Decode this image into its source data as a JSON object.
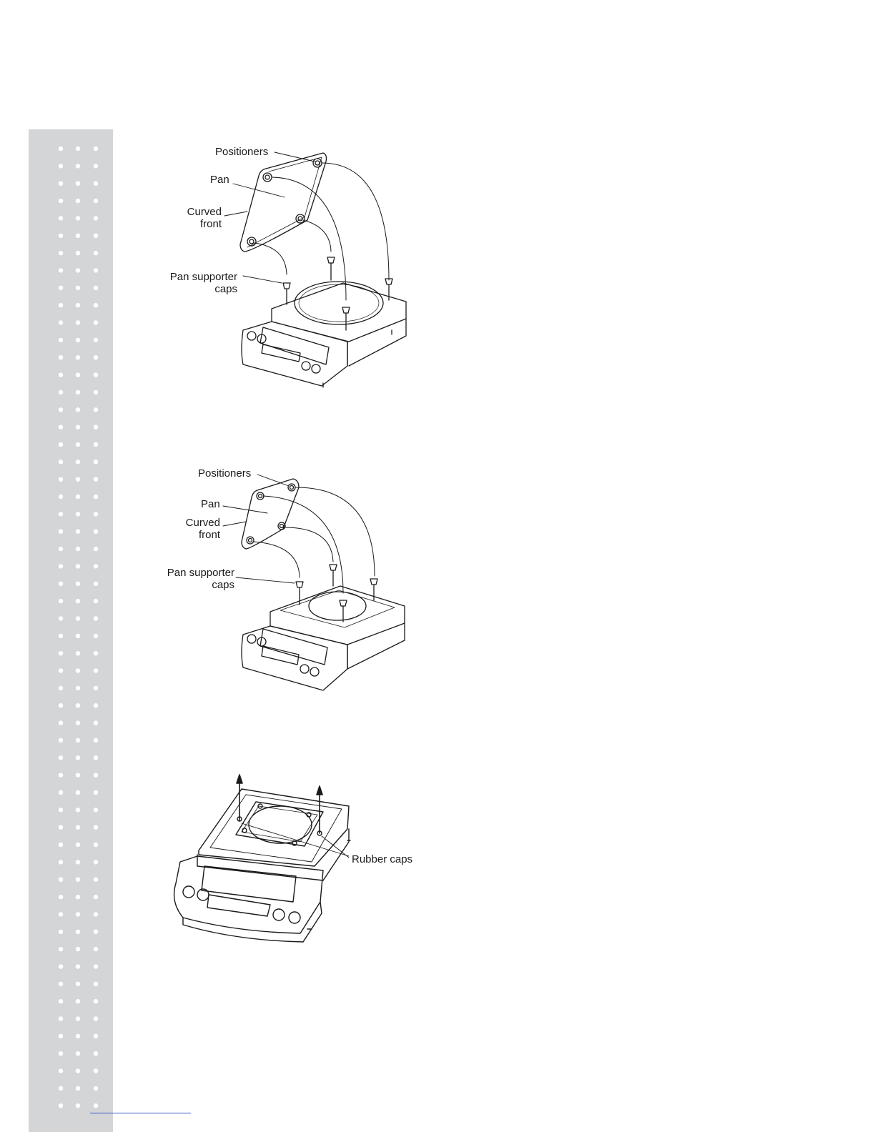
{
  "figure1": {
    "labels": {
      "positioners": "Positioners",
      "pan": "Pan",
      "curved_front_line1": "Curved",
      "curved_front_line2": "front",
      "pan_supporter_caps_line1": "Pan supporter",
      "pan_supporter_caps_line2": "caps"
    }
  },
  "figure2": {
    "labels": {
      "positioners": "Positioners",
      "pan": "Pan",
      "curved_front_line1": "Curved",
      "curved_front_line2": "front",
      "pan_supporter_caps_line1": "Pan supporter",
      "pan_supporter_caps_line2": "caps"
    }
  },
  "figure3": {
    "labels": {
      "rubber_caps": "Rubber caps"
    }
  },
  "colors": {
    "side_band": "#d4d5d7",
    "line_art": "#1a1a1a",
    "footer_rule": "#3b56c4"
  }
}
